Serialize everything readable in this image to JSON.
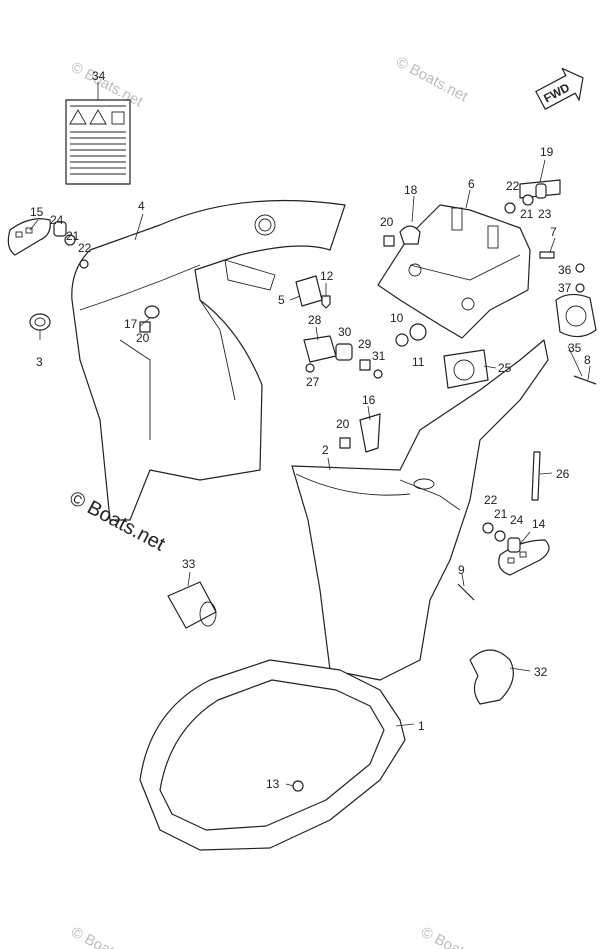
{
  "watermarks": {
    "brand": "© Boats.net",
    "main": "© Boats.net"
  },
  "direction_badge": "FWD",
  "callouts": [
    "34",
    "4",
    "15",
    "24",
    "21",
    "22",
    "3",
    "17",
    "20",
    "12",
    "5",
    "28",
    "30",
    "29",
    "31",
    "27",
    "18",
    "6",
    "22",
    "19",
    "20",
    "21",
    "23",
    "7",
    "36",
    "37",
    "35",
    "10",
    "11",
    "25",
    "8",
    "16",
    "20",
    "2",
    "22",
    "21",
    "24",
    "14",
    "26",
    "9",
    "33",
    "32",
    "1",
    "13"
  ]
}
